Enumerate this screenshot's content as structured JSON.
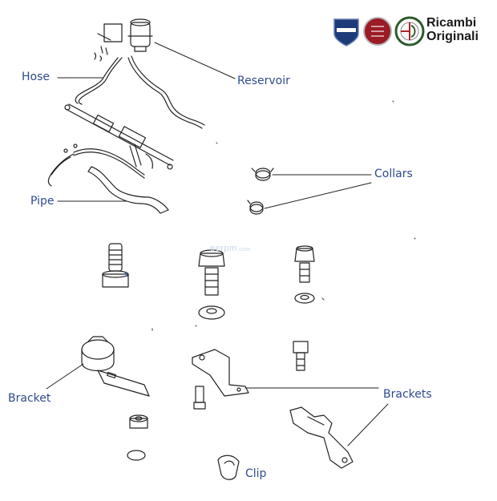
{
  "brand": {
    "line1": "Ricambi",
    "line2": "Originali",
    "logos": [
      "lancia-logo",
      "fiat-logo",
      "alfa-romeo-logo"
    ],
    "colors": {
      "lancia": "#1d3a7a",
      "fiat": "#9b1b26",
      "alfa_ring": "#2c5a2c",
      "text": "#1a1a1a"
    }
  },
  "watermark": {
    "main": "eerpm",
    "suffix": ".com"
  },
  "labels": {
    "hose": "Hose",
    "reservoir": "Reservoir",
    "collars": "Collars",
    "pipe": "Pipe",
    "bracket": "Bracket",
    "brackets": "Brackets",
    "clip": "Clip"
  },
  "label_color": "#2f4b8f"
}
